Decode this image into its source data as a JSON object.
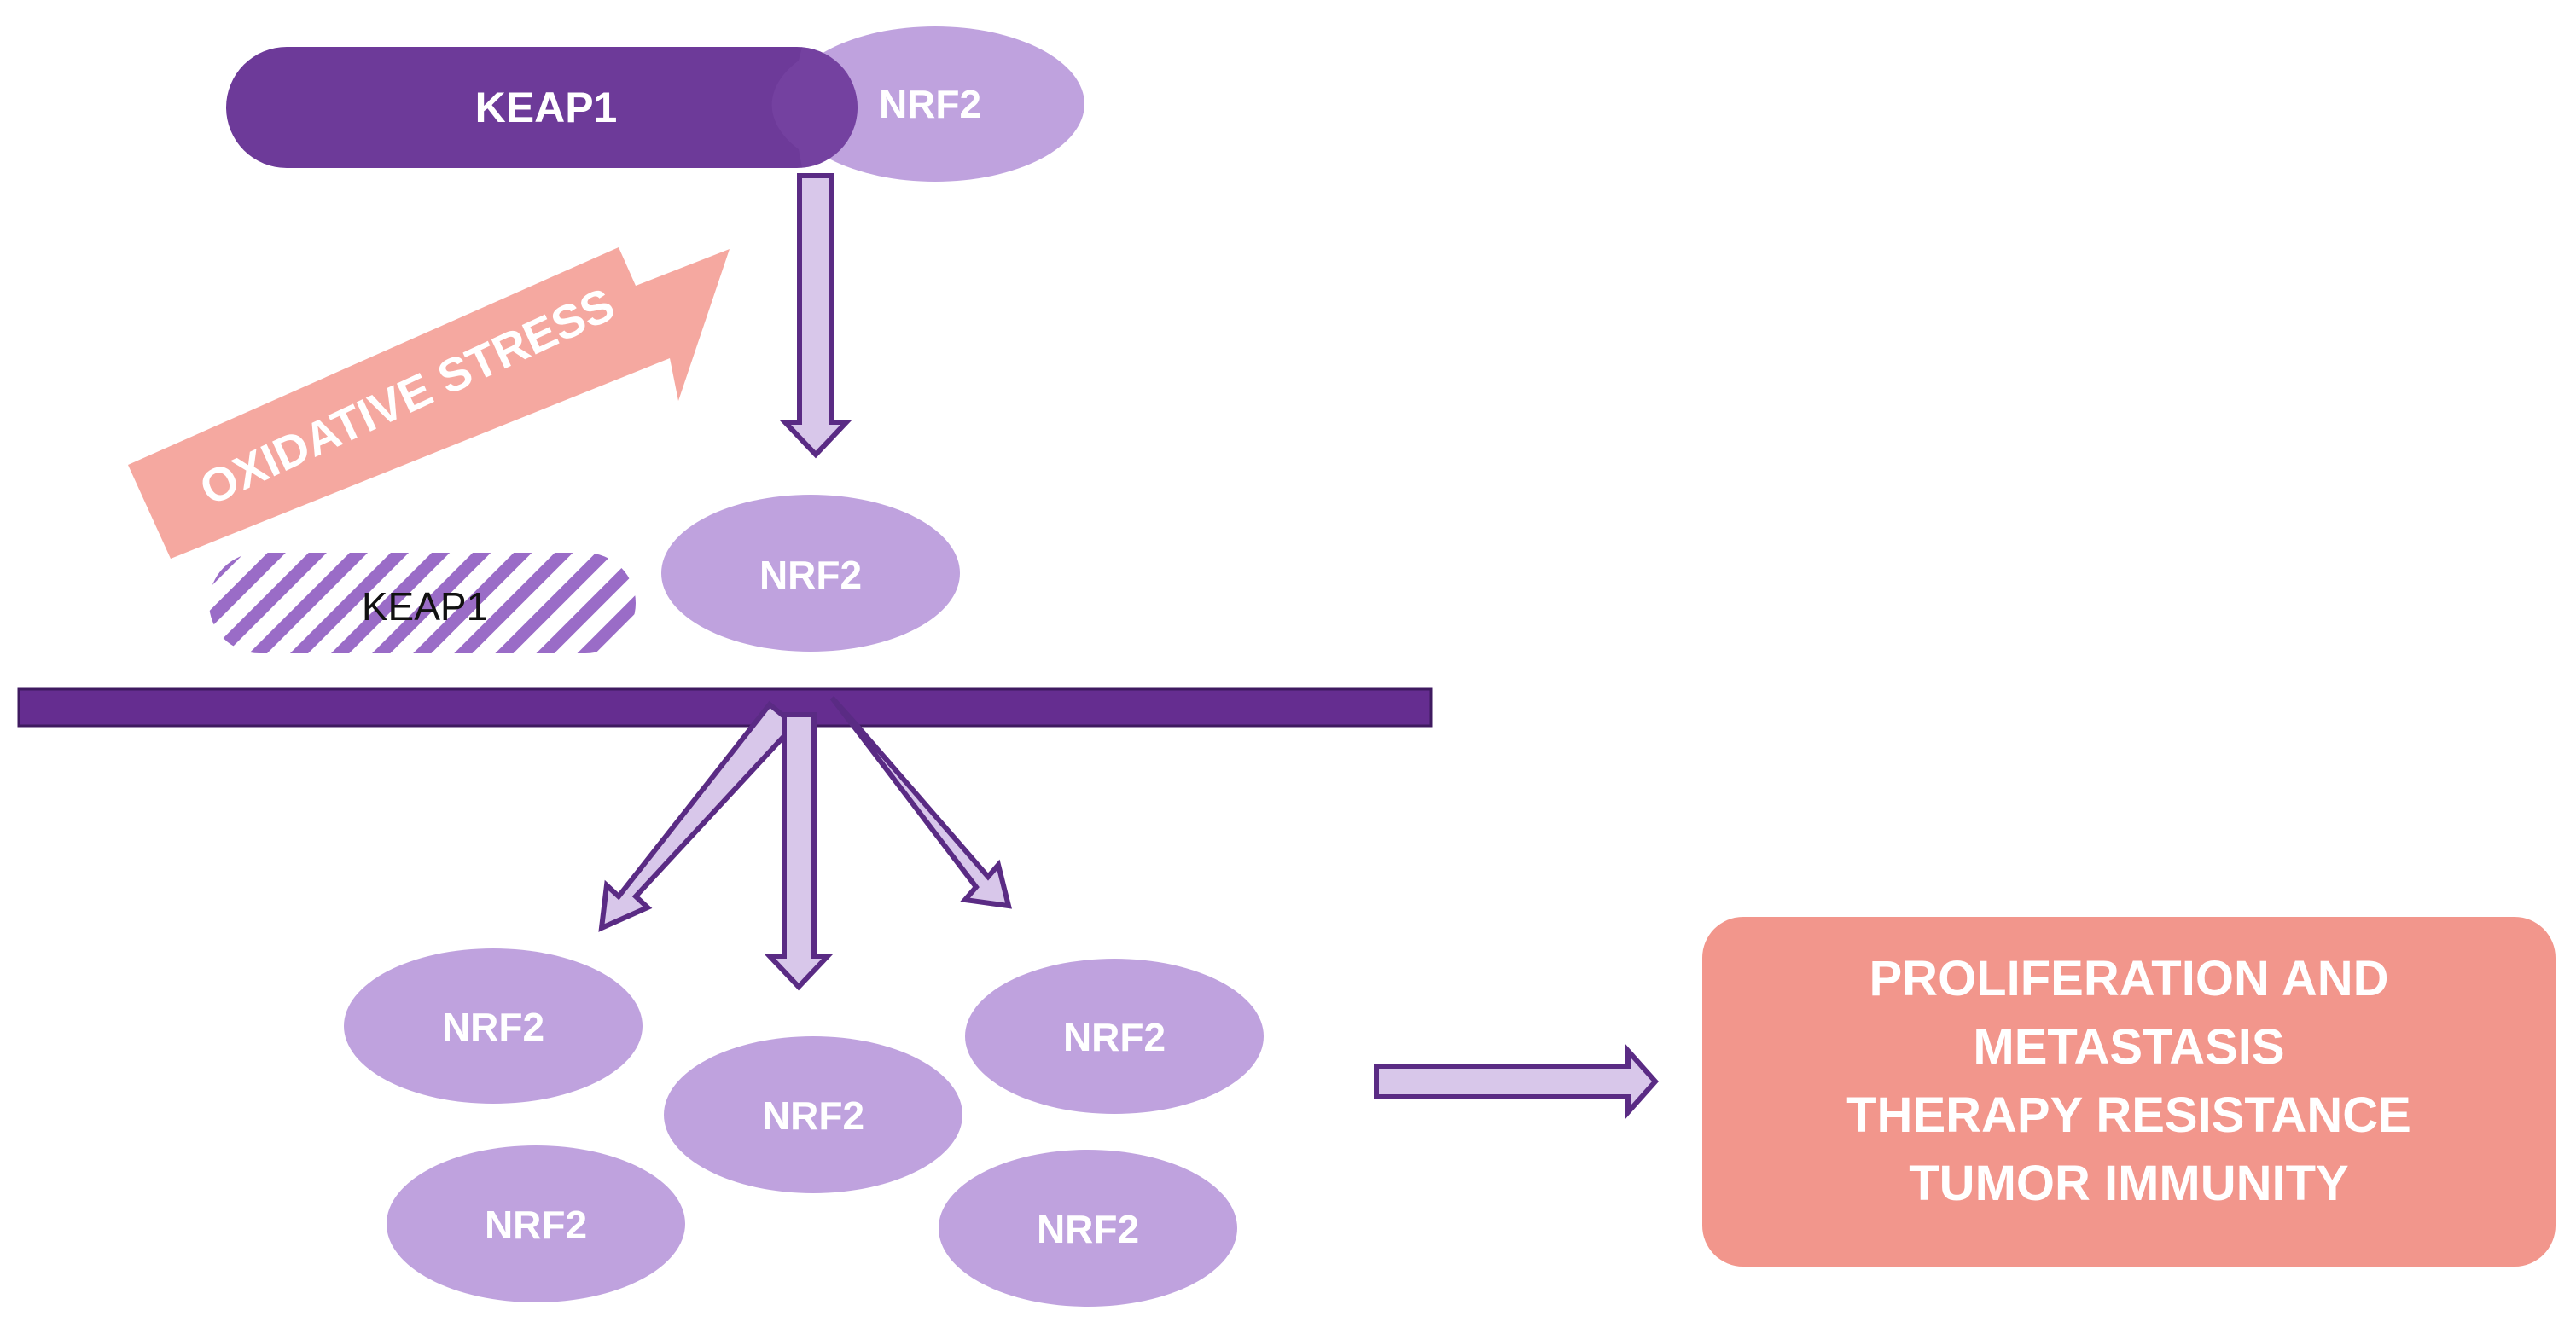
{
  "diagram": {
    "top_complex": {
      "keap1_label": "KEAP1",
      "nrf2_label": "NRF2"
    },
    "stress_arrow": {
      "label": "OXIDATIVE STRESS"
    },
    "released": {
      "keap1_label": "KEAP1",
      "nrf2_label": "NRF2"
    },
    "nucleus_nrf2": [
      {
        "label": "NRF2"
      },
      {
        "label": "NRF2"
      },
      {
        "label": "NRF2"
      },
      {
        "label": "NRF2"
      },
      {
        "label": "NRF2"
      }
    ],
    "outcome_box": {
      "lines": [
        "PROLIFERATION AND",
        "METASTASIS",
        "THERAPY RESISTANCE",
        "TUMOR IMMUNITY"
      ]
    },
    "colors": {
      "keap1_dark": "#6d3a99",
      "nrf2_light": "#bfa2de",
      "membrane": "#652d90",
      "arrow_fill": "#d8c7ea",
      "arrow_stroke": "#5a2b84",
      "stress_arrow": "#f5a8a0",
      "outcome_box": "#f2968c"
    }
  }
}
